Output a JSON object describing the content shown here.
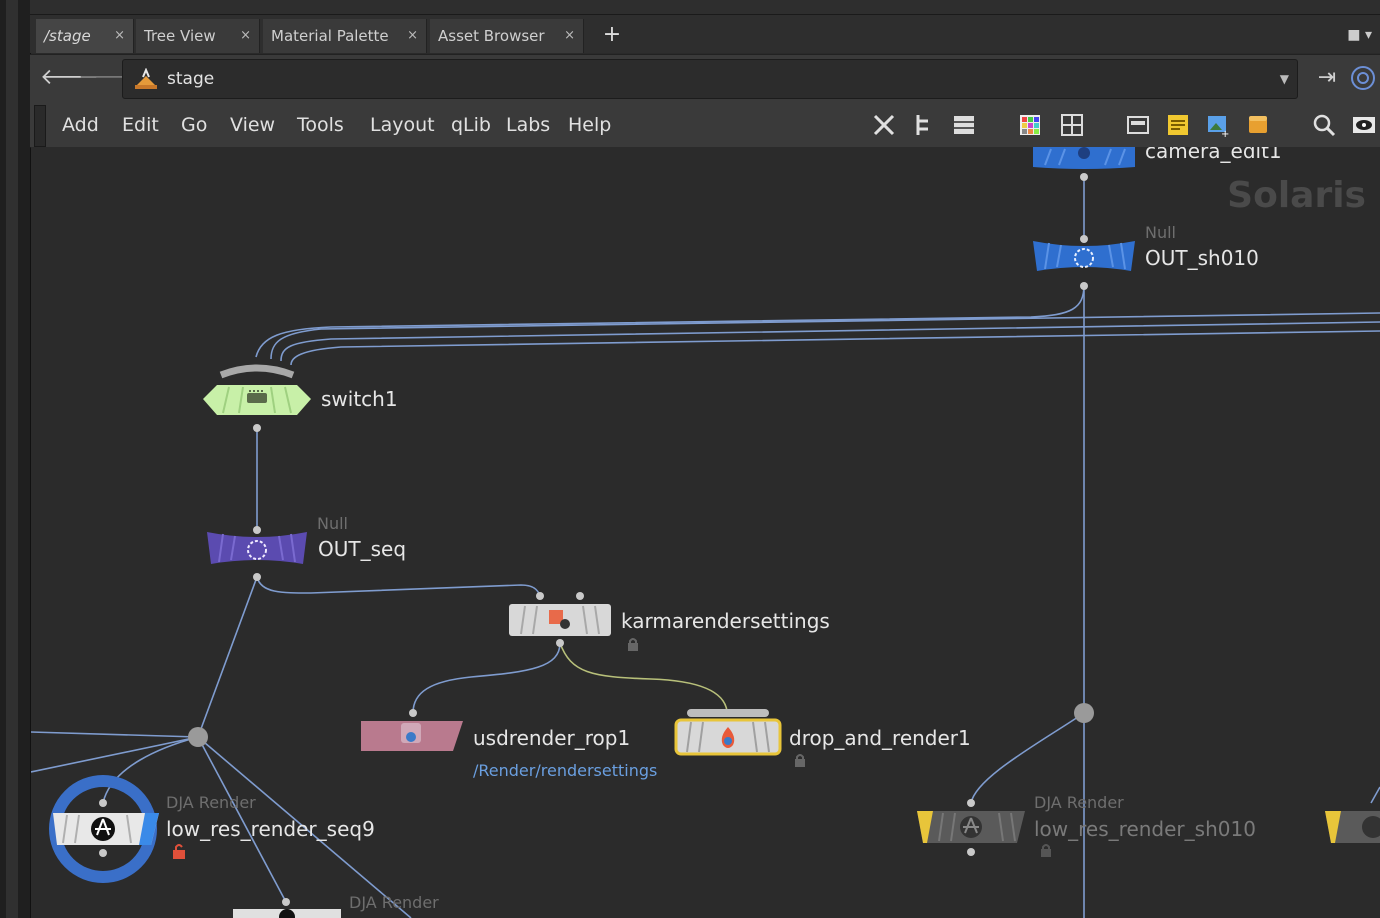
{
  "tabs": [
    {
      "label": "/stage",
      "close": "×"
    },
    {
      "label": "Tree View",
      "close": "×"
    },
    {
      "label": "Material Palette",
      "close": "×"
    },
    {
      "label": "Asset Browser",
      "close": "×"
    }
  ],
  "add_tab": "+",
  "path": {
    "value": "stage"
  },
  "menu": [
    "Add",
    "Edit",
    "Go",
    "View",
    "Tools",
    "Layout",
    "qLib",
    "Labs",
    "Help"
  ],
  "watermark": "Solaris",
  "nodes": {
    "camera_edit": {
      "label": "camera_edit1"
    },
    "out_sh010": {
      "type": "Null",
      "label": "OUT_sh010"
    },
    "switch1": {
      "label": "switch1"
    },
    "out_seq": {
      "type": "Null",
      "label": "OUT_seq"
    },
    "karmarendersettings": {
      "label": "karmarendersettings"
    },
    "usdrender_rop1": {
      "label": "usdrender_rop1",
      "sub": "/Render/rendersettings"
    },
    "drop_and_render1": {
      "label": "drop_and_render1"
    },
    "low_res_render_seq9": {
      "type": "DJA Render",
      "label": "low_res_render_seq9"
    },
    "low_res_render_sh010": {
      "type": "DJA Render",
      "label": "low_res_render_sh010"
    },
    "bottom_dja": {
      "type": "DJA Render"
    }
  },
  "colors": {
    "blue_node": "#2f6fcf",
    "purple_node": "#5b4bb0",
    "green_node": "#c8f0a8",
    "pink_node": "#b97a8e",
    "yellow_flag": "#e8c53a",
    "wire": "#7f9ccf"
  }
}
